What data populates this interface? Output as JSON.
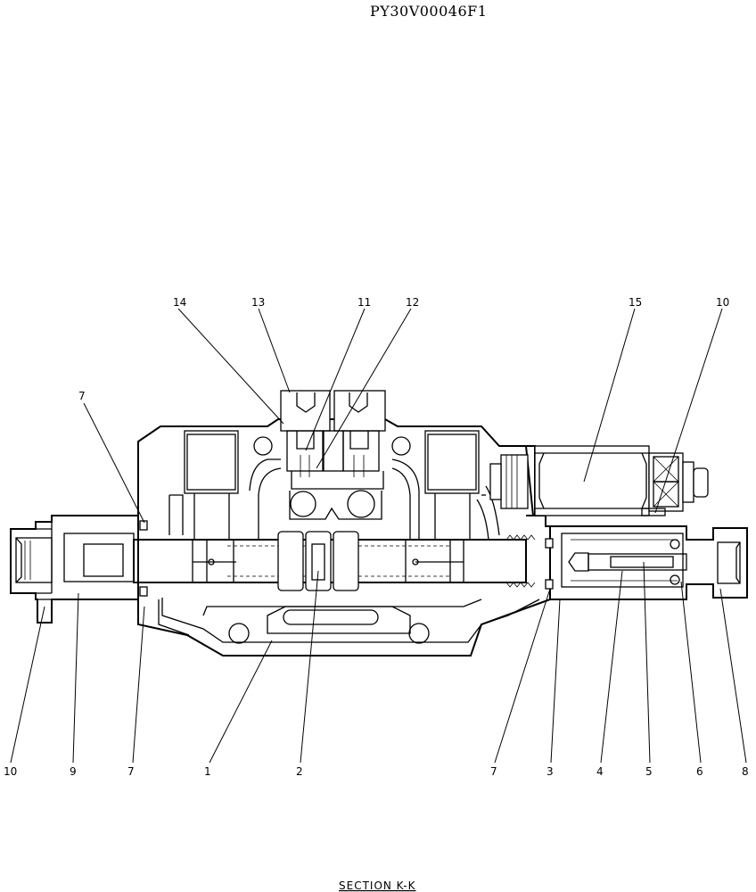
{
  "drawing": {
    "document_number": "PY30V00046F1",
    "section_label": "SECTION  K-K"
  },
  "callouts": {
    "c14": "14",
    "c13": "13",
    "c11": "11",
    "c12": "12",
    "c15": "15",
    "c10_top": "10",
    "c7_left_top": "7",
    "c10_bottom": "10",
    "c9": "9",
    "c7_bottom_left": "7",
    "c1": "1",
    "c2": "2",
    "c7_bottom_right": "7",
    "c3": "3",
    "c4": "4",
    "c5": "5",
    "c6": "6",
    "c8": "8"
  }
}
